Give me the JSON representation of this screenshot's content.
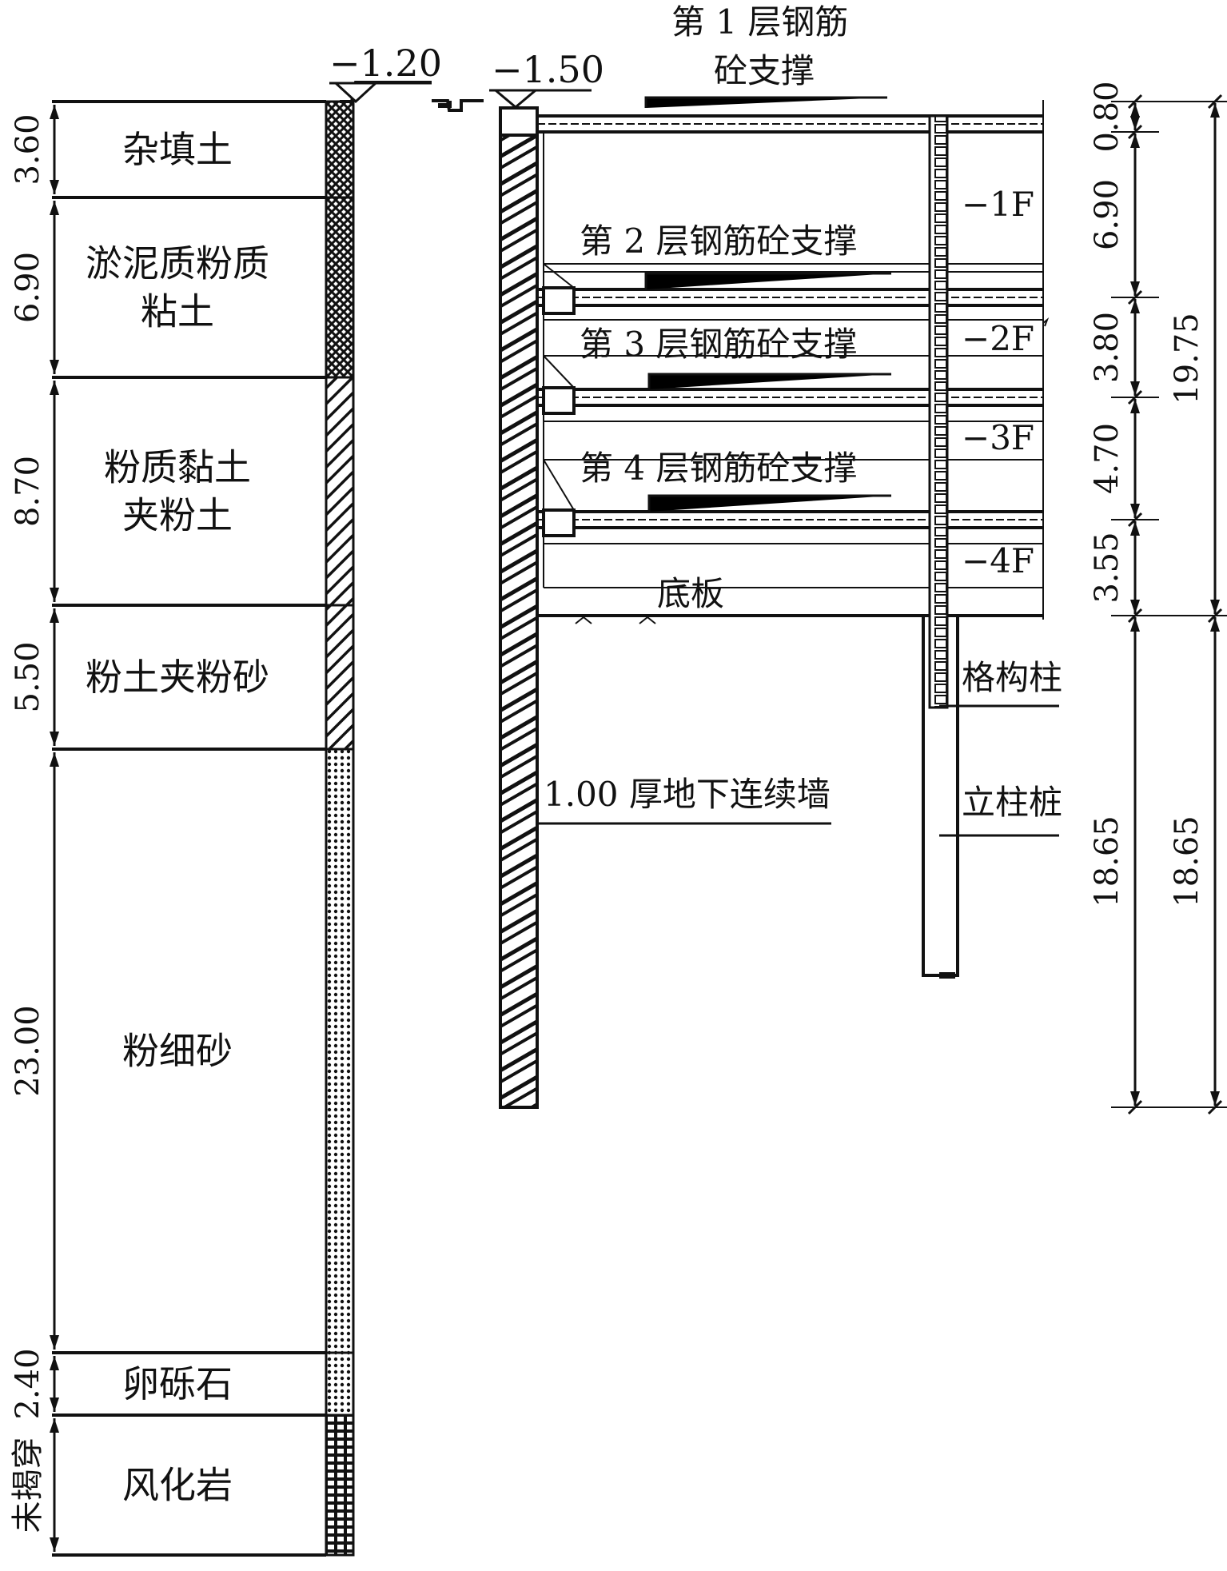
{
  "elevations": {
    "left": "−1.20",
    "right": "−1.50"
  },
  "strata": [
    {
      "thickness": "3.60",
      "name_lines": [
        "杂填土"
      ]
    },
    {
      "thickness": "6.90",
      "name_lines": [
        "淤泥质粉质",
        "粘土"
      ]
    },
    {
      "thickness": "8.70",
      "name_lines": [
        "粉质黏土",
        "夹粉土"
      ]
    },
    {
      "thickness": "5.50",
      "name_lines": [
        "粉土夹粉砂"
      ]
    },
    {
      "thickness": "23.00",
      "name_lines": [
        "粉细砂"
      ]
    },
    {
      "thickness": "2.40",
      "name_lines": [
        "卵砾石"
      ]
    },
    {
      "thickness": "未揭穿",
      "name_lines": [
        "风化岩"
      ]
    }
  ],
  "supports": [
    {
      "label_lines": [
        "第 1 层钢筋",
        "砼支撑"
      ]
    },
    {
      "label_lines": [
        "第 2 层钢筋砼支撑"
      ]
    },
    {
      "label_lines": [
        "第 3 层钢筋砼支撑"
      ]
    },
    {
      "label_lines": [
        "第 4 层钢筋砼支撑"
      ]
    }
  ],
  "floors": [
    "−1F",
    "−2F",
    "−3F",
    "−4F"
  ],
  "labels": {
    "base_slab": "底板",
    "lattice_column": "格构柱",
    "column_pile": "立柱桩",
    "diaphragm_wall": "1.00 厚地下连续墙"
  },
  "dims_inner": [
    "0.80",
    "6.90",
    "3.80",
    "4.70",
    "3.55",
    "18.65"
  ],
  "dims_outer": [
    "19.75",
    "18.65"
  ]
}
